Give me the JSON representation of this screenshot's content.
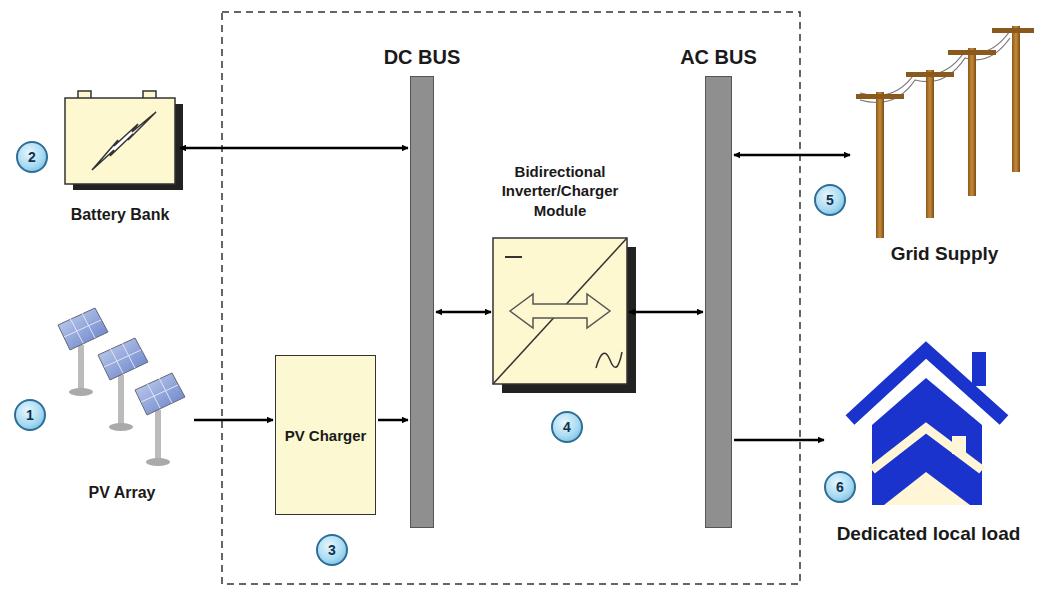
{
  "diagram": {
    "nodes": [
      {
        "text": [
          "Battery Bank"
        ]
      },
      {
        "text": [
          "PV Array"
        ]
      },
      {
        "text": [
          "PV Charger"
        ]
      },
      {
        "text": [
          "DC BUS"
        ]
      },
      {
        "text": [
          "Bidirectional Inverter/Charger Module"
        ]
      },
      {
        "text": [
          "AC BUS"
        ]
      },
      {
        "text": [
          "Grid Supply"
        ]
      },
      {
        "text": [
          "Dedicated local load"
        ]
      }
    ],
    "edges": [
      {
        "from": 0,
        "to": 3,
        "arrow": "both"
      },
      {
        "from": 1,
        "to": 2,
        "arrow": "to"
      },
      {
        "from": 2,
        "to": 3,
        "arrow": "to"
      },
      {
        "from": 3,
        "to": 4,
        "arrow": "both"
      },
      {
        "from": 4,
        "to": 5,
        "arrow": "both"
      },
      {
        "from": 5,
        "to": 6,
        "arrow": "both"
      },
      {
        "from": 5,
        "to": 7,
        "arrow": "to"
      }
    ],
    "labels": [
      "1",
      "2",
      "3",
      "4",
      "5",
      "6"
    ]
  }
}
